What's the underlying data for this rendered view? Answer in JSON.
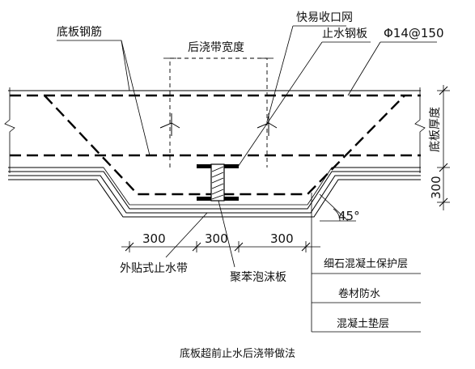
{
  "labels": {
    "slab_rebar": "底板钢筋",
    "mesh": "快易收口网",
    "pour_width": "后浇带宽度",
    "rebar_spec": "Φ14@150",
    "steel_plate": "止水钢板",
    "slab_thickness": "底板厚度",
    "dim_300_right": "300",
    "angle": "45°",
    "dim_300_a": "300",
    "dim_300_b": "300",
    "dim_300_c": "300",
    "external_waterstop": "外贴式止水带",
    "foam_board": "聚苯泡沫板",
    "layer_protect": "细石混凝土保护层",
    "layer_membrane": "卷材防水",
    "layer_cushion": "混凝土垫层"
  },
  "caption": "底板超前止水后浇带做法"
}
